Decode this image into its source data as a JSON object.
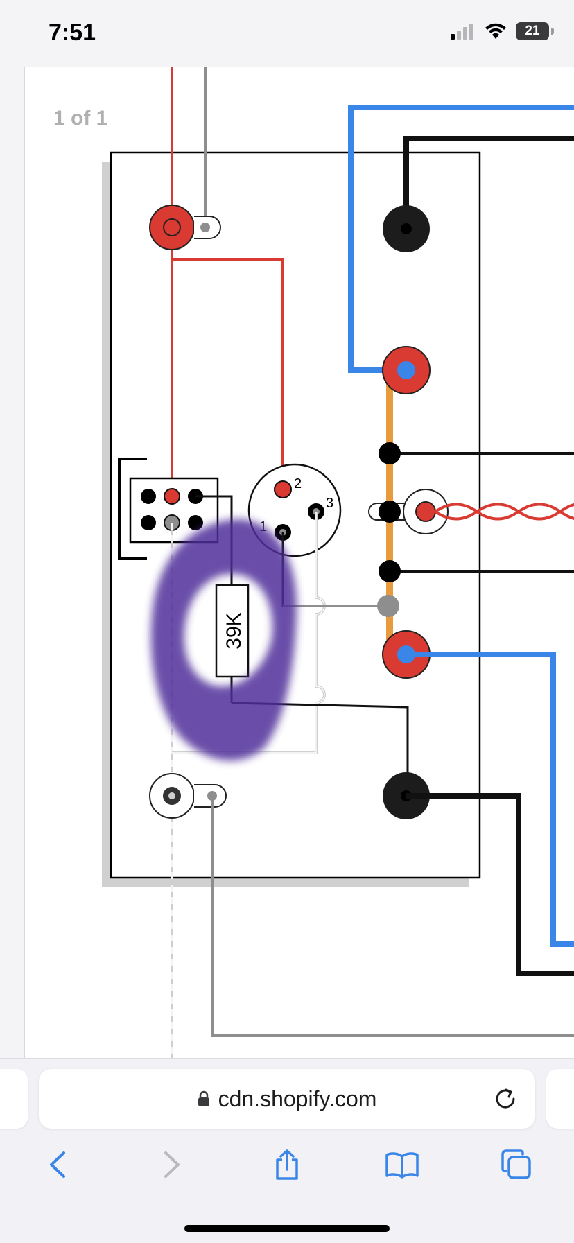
{
  "status_bar": {
    "time": "7:51",
    "battery_level": "21"
  },
  "viewer": {
    "page_indicator": "1 of 1"
  },
  "diagram": {
    "resistor_label": "39K",
    "xlr_pin_labels": [
      "1",
      "2",
      "3"
    ],
    "wire_colors": {
      "red": "#d93a32",
      "blue": "#3a86e8",
      "orange": "#e89a3c",
      "black": "#111111",
      "gray": "#8e8e8e",
      "light_gray": "#cfcfcf",
      "purple_annotation": "#4f2f9a"
    }
  },
  "address_bar": {
    "domain": "cdn.shopify.com"
  },
  "toolbar": {
    "buttons": [
      "back-icon",
      "forward-icon",
      "share-icon",
      "bookmarks-icon",
      "tabs-icon"
    ]
  }
}
